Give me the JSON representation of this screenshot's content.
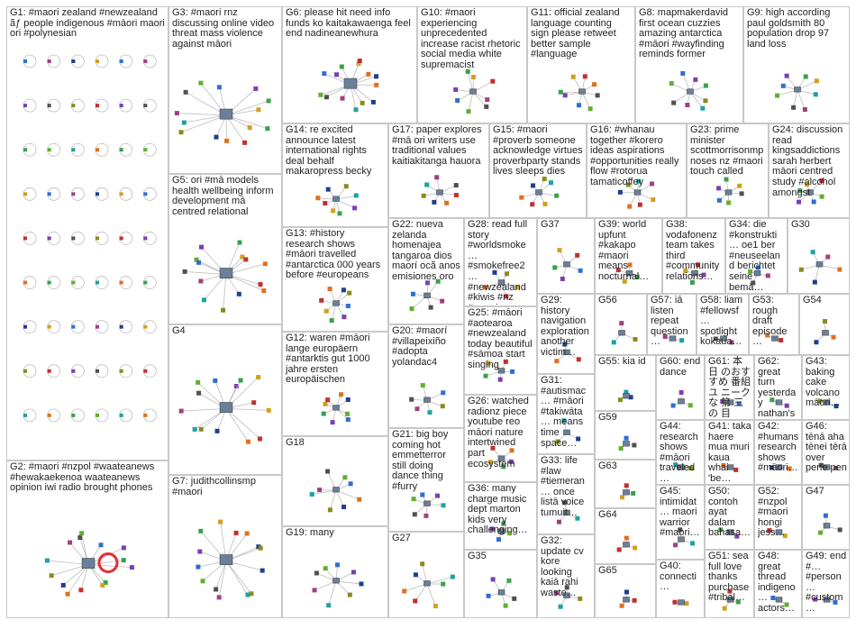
{
  "colors": {
    "edge": "#bdbdbd",
    "selfloop": "#e03030",
    "border": "#c8c8c8",
    "text": "#222222"
  },
  "groups": [
    {
      "id": "G1",
      "label": "G1: #maori zealand #newzealand ãƒ people indigenous #māori maori ori #polynesian"
    },
    {
      "id": "G2",
      "label": "G2: #maori #nzpol #waateanews #hewakaekenoa waateanews opinion iwi radio brought phones"
    },
    {
      "id": "G3",
      "label": "G3: #maori rnz discussing online video threat mass violence against māori"
    },
    {
      "id": "G4",
      "label": "G4"
    },
    {
      "id": "G5",
      "label": "G5: ori #mā models health wellbeing inform development mā centred relational"
    },
    {
      "id": "G6",
      "label": "G6: please hit need info funds ko kaitakawaenga feel end nadineanewhura"
    },
    {
      "id": "G7",
      "label": "G7: judithcollinsmp #maori"
    },
    {
      "id": "G8",
      "label": "G8: mapmakerdavid first ocean cuzzies amazing antarctica #māori #wayfinding reminds former"
    },
    {
      "id": "G9",
      "label": "G9: high according paul goldsmith 80 population drop 97 land loss"
    },
    {
      "id": "G10",
      "label": "G10: #maori experiencing unprecedented increase racist rhetoric social media white supremacist"
    },
    {
      "id": "G11",
      "label": "G11: official zealand language counting sign please retweet better sample #language"
    },
    {
      "id": "G12",
      "label": "G12: waren #māori lange europäern #antarktis gut 1000 jahre ersten europäischen"
    },
    {
      "id": "G13",
      "label": "G13: #history research shows #māori travelled #antarctica 000 years before #europeans"
    },
    {
      "id": "G14",
      "label": "G14: re excited announce latest international rights deal behalf makaropress becky"
    },
    {
      "id": "G15",
      "label": "G15: #maori #proverb someone acknowledge virtues proverbparty stands lives sleeps dies"
    },
    {
      "id": "G16",
      "label": "G16: #whanau together #korero ideas aspirations #opportunities really flow #rotorua tamaticoffey"
    },
    {
      "id": "G17",
      "label": "G17: paper explores #mā ori writers use traditional values kaitiakitanga hauora"
    },
    {
      "id": "G18",
      "label": "G18"
    },
    {
      "id": "G19",
      "label": "G19: many"
    },
    {
      "id": "G20",
      "label": "G20: #maorí #villapeixiño #adopta yolandac4"
    },
    {
      "id": "G21",
      "label": "G21: big boy coming hot emmetterror still doing dance thing #furry"
    },
    {
      "id": "G22",
      "label": "G22: nueva zelanda homenajea tangaroa dios maorí ocã anos emisiones oro"
    },
    {
      "id": "G23",
      "label": "G23: prime minister scottmorrisonmp noses nz #maori touch called"
    },
    {
      "id": "G24",
      "label": "G24: discussion read kingsaddictions sarah herbert māori centred study #alcohol amongst"
    },
    {
      "id": "G25",
      "label": "G25: #māori #aotearoa #newzealand today beautiful #sāmoa start singing"
    },
    {
      "id": "G26",
      "label": "G26: watched radionz piece youtube reo māori nature intertwined part ecosystem"
    },
    {
      "id": "G27",
      "label": "G27"
    },
    {
      "id": "G28",
      "label": "G28: read full story #worldsmoke… #smokefree2… #newzealand #kiwis #nz #maori…"
    },
    {
      "id": "G29",
      "label": "G29: history navigation exploration another victim…"
    },
    {
      "id": "G30",
      "label": "G30"
    },
    {
      "id": "G31",
      "label": "G31: #autismac… #māori #takiwāta… means time space…"
    },
    {
      "id": "G32",
      "label": "G32: update cv kore looking kaiā rahi waste…"
    },
    {
      "id": "G33",
      "label": "G33: life #law #tiemeran… once listā voice tumuit…"
    },
    {
      "id": "G34",
      "label": "G34: die #konstrukti… oe1 ber #neuseeland berichtet seine bemā…"
    },
    {
      "id": "G35",
      "label": "G35"
    },
    {
      "id": "G36",
      "label": "G36: many charge music dept marton kids very challenging…"
    },
    {
      "id": "G37",
      "label": "G37"
    },
    {
      "id": "G38",
      "label": "G38: vodafonenz team takes third #community relations…"
    },
    {
      "id": "G39",
      "label": "G39: world upfunt #kakapo #maori means nocturnal…"
    },
    {
      "id": "G40",
      "label": "G40: connecti…"
    },
    {
      "id": "G41",
      "label": "G41: taka haere mua muri kaua whai 'be…"
    },
    {
      "id": "G42",
      "label": "G42: #humans research shows #māori…"
    },
    {
      "id": "G43",
      "label": "G43: baking cake volcano māori…"
    },
    {
      "id": "G44",
      "label": "G44: research shows #māori traveled…"
    },
    {
      "id": "G45",
      "label": "G45: intimidat… maori warrior #maori…"
    },
    {
      "id": "G46",
      "label": "G46: tēnā aha tēnei tērā over pene pen"
    },
    {
      "id": "G47",
      "label": "G47"
    },
    {
      "id": "G48",
      "label": "G48: great thread indigeno… actors…"
    },
    {
      "id": "G49",
      "label": "G49: end #… #person… #custom…"
    },
    {
      "id": "G50",
      "label": "G50: contoh ayat dalam bahasa…"
    },
    {
      "id": "G51",
      "label": "G51: sea full love thanks purchase #tribal…"
    },
    {
      "id": "G52",
      "label": "G52: #nzpol #maori hongi jess…"
    },
    {
      "id": "G53",
      "label": "G53: rough draft episode…"
    },
    {
      "id": "G54",
      "label": "G54"
    },
    {
      "id": "G55",
      "label": "G55: kia id"
    },
    {
      "id": "G56",
      "label": "G56"
    },
    {
      "id": "G57",
      "label": "G57: iā listen repeat question…"
    },
    {
      "id": "G58",
      "label": "G58: liam #fellowsf… spotlight kokaua…"
    },
    {
      "id": "G59",
      "label": "G59"
    },
    {
      "id": "G60",
      "label": "G60: end dance"
    },
    {
      "id": "G61",
      "label": "G61: 本日 のおすすめ 番組 ユ ニーク な 第 三 の 目 の…"
    },
    {
      "id": "G62",
      "label": "G62: great turn yesterday nathan's session…"
    },
    {
      "id": "G63",
      "label": "G63"
    },
    {
      "id": "G64",
      "label": "G64"
    },
    {
      "id": "G65",
      "label": "G65"
    }
  ]
}
